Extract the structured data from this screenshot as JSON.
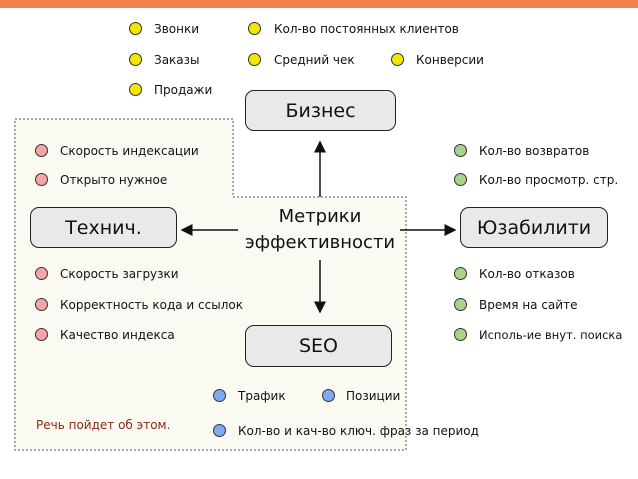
{
  "business": {
    "label": "Бизнес",
    "metrics": [
      "Звонки",
      "Заказы",
      "Продажи",
      "Кол-во постоянных клиентов",
      "Средний чек",
      "Конверсии"
    ]
  },
  "tech": {
    "label": "Технич.",
    "metrics": [
      "Скорость индексации",
      "Открыто нужное",
      "Скорость загрузки",
      "Корректность кода и ссылок",
      "Качество индекса"
    ]
  },
  "usability": {
    "label": "Юзабилити",
    "metrics": [
      "Кол-во возвратов",
      "Кол-во просмотр. стр.",
      "Кол-во отказов",
      "Время на сайте",
      "Исполь-ие внут. поиска"
    ]
  },
  "seo": {
    "label": "SEO",
    "metrics": [
      "Трафик",
      "Позиции",
      "Кол-во и кач-во ключ. фраз за период"
    ]
  },
  "center": {
    "line1": "Метрики",
    "line2": "эффективности"
  },
  "note": "Речь пойдет об этом.",
  "colors": {
    "accent": "#f4824a",
    "business": "#f3e600",
    "tech": "#f4a6a6",
    "usability": "#a6d58a",
    "seo": "#7faaf0",
    "note": "#8b2a1a"
  }
}
